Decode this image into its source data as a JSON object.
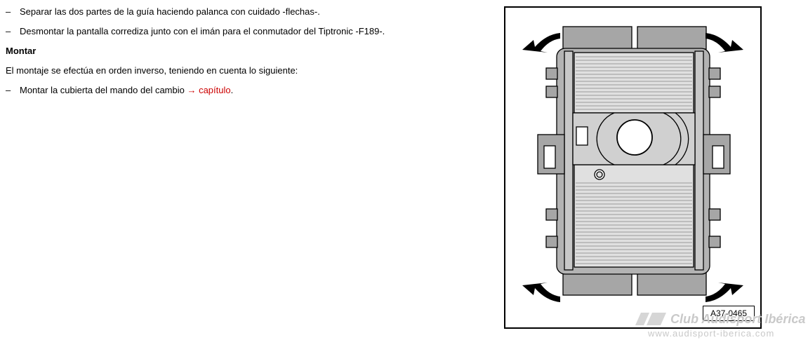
{
  "steps": [
    {
      "dash": "–",
      "text": "Separar las dos partes de la guía haciendo palanca con cuidado -flechas-."
    },
    {
      "dash": "–",
      "text": "Desmontar la pantalla corrediza junto con el imán para el conmutador del Tiptronic -F189-."
    }
  ],
  "section_heading": "Montar",
  "intro": "El montaje se efectúa en orden inverso, teniendo en cuenta lo siguiente:",
  "final_step": {
    "dash": "–",
    "text": "Montar la cubierta del mando del cambio ",
    "link_text": "→ capítulo",
    "tail": "."
  },
  "figure": {
    "label": "A37-0465"
  },
  "watermark": {
    "title": "Club Audisport Ibérica",
    "url": "www.audisport-iberica.com"
  },
  "colors": {
    "link": "#cc0000",
    "part_gray": "#a6a6a6",
    "panel_light": "#e0e0e0",
    "watermark": "#c9c9c9"
  }
}
